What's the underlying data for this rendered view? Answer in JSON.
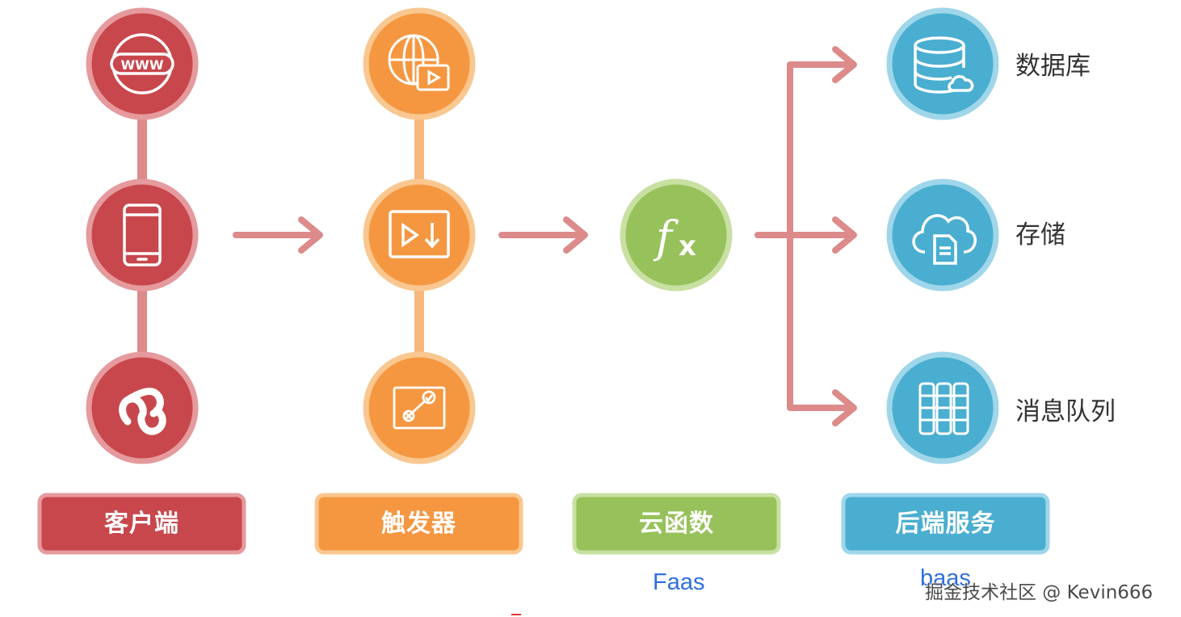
{
  "columns": {
    "client": {
      "label": "客户端",
      "color": "#c8474c",
      "border": "#e59a9d",
      "icons": [
        "www-icon",
        "mobile-phone-icon",
        "mini-program-icon"
      ]
    },
    "trigger": {
      "label": "触发器",
      "color": "#f59741",
      "border": "#f9c78f",
      "icons": [
        "web-video-icon",
        "media-download-icon",
        "workflow-icon"
      ]
    },
    "cloud_function": {
      "label": "云函数",
      "color": "#97c15a",
      "border": "#c8e0a2",
      "icons": [
        "function-fx-icon"
      ]
    },
    "backend": {
      "label": "后端服务",
      "color": "#4aaed0",
      "border": "#9fd6ea",
      "icons": [
        "database-cloud-icon",
        "cloud-storage-icon",
        "message-queue-icon"
      ]
    }
  },
  "services": [
    {
      "label": "数据库"
    },
    {
      "label": "存储"
    },
    {
      "label": "消息队列"
    }
  ],
  "annotations": {
    "faas": "Faas",
    "baas": "baas"
  },
  "watermark": "掘金技术社区 @ Kevin666",
  "colors": {
    "arrow": "#dc8a8a",
    "client_connector": "#dc8a8a",
    "trigger_connector": "#f7b77a",
    "annotation_text": "#2f6fdd"
  }
}
